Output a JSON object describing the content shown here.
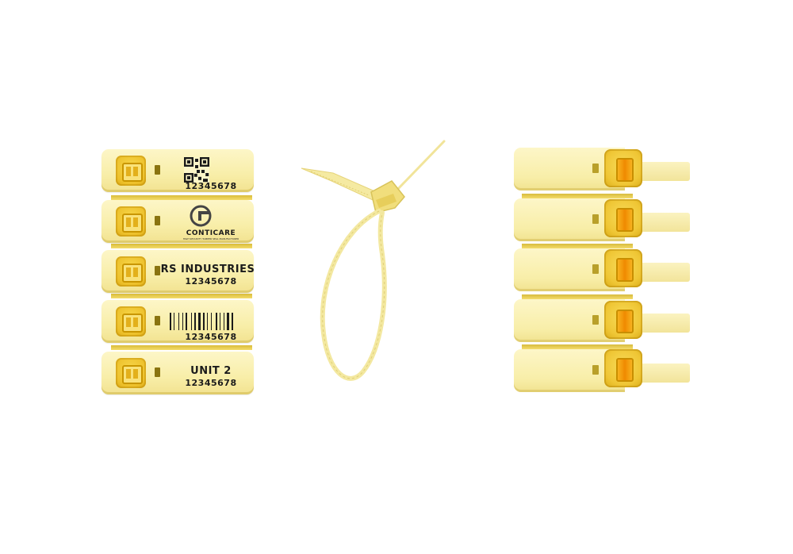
{
  "tags": [
    {
      "kind": "qr",
      "lines": [
        "12345678"
      ]
    },
    {
      "kind": "logo",
      "logo_text": "CONTICARE",
      "logo_tagline": "HIGH SECURITY TAMPER SEAL MANUFACTURER"
    },
    {
      "kind": "text",
      "lines": [
        "RS INDUSTRIES",
        "12345678"
      ]
    },
    {
      "kind": "barcode",
      "lines": [
        "12345678"
      ]
    },
    {
      "kind": "text",
      "lines": [
        "UNIT 2",
        "12345678"
      ]
    }
  ],
  "colors": {
    "tag_body": "#f8eea8",
    "lock": "#edc02a",
    "window": "#f08a00",
    "strap": "#f5eaa2"
  }
}
